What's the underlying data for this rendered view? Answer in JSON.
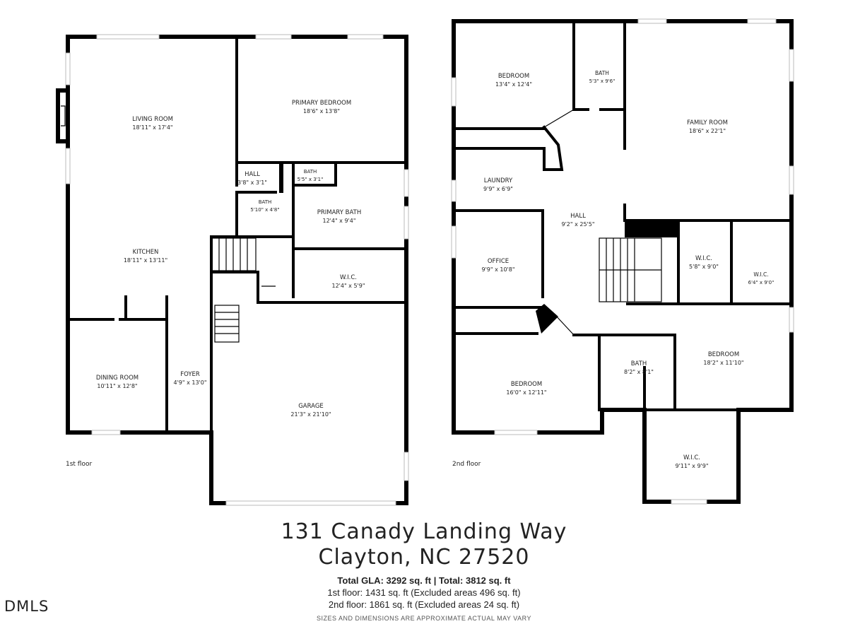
{
  "floor1": {
    "label": "1st floor",
    "rooms": {
      "living": {
        "name": "LIVING ROOM",
        "dims": "18'11\" x 17'4\""
      },
      "primary_bed": {
        "name": "PRIMARY BEDROOM",
        "dims": "18'6\" x 13'8\""
      },
      "hall": {
        "name": "HALL",
        "dims": "3'8\" x 3'1\""
      },
      "bath_small": {
        "name": "BATH",
        "dims": "5'5\" x 3'1\""
      },
      "bath2": {
        "name": "BATH",
        "dims": "5'10\" x 4'8\""
      },
      "primary_bath": {
        "name": "PRIMARY BATH",
        "dims": "12'4\" x 9'4\""
      },
      "kitchen": {
        "name": "KITCHEN",
        "dims": "18'11\" x 13'11\""
      },
      "wic": {
        "name": "W.I.C.",
        "dims": "12'4\" x 5'9\""
      },
      "dining": {
        "name": "DINING ROOM",
        "dims": "10'11\" x 12'8\""
      },
      "foyer": {
        "name": "FOYER",
        "dims": "4'9\" x 13'0\""
      },
      "garage": {
        "name": "GARAGE",
        "dims": "21'3\" x 21'10\""
      }
    }
  },
  "floor2": {
    "label": "2nd floor",
    "rooms": {
      "bedroom_nw": {
        "name": "BEDROOM",
        "dims": "13'4\" x 12'4\""
      },
      "bath_n": {
        "name": "BATH",
        "dims": "5'3\" x 9'6\""
      },
      "family": {
        "name": "FAMILY ROOM",
        "dims": "18'6\" x 22'1\""
      },
      "laundry": {
        "name": "LAUNDRY",
        "dims": "9'9\" x 6'9\""
      },
      "hall": {
        "name": "HALL",
        "dims": "9'2\" x 25'5\""
      },
      "office": {
        "name": "OFFICE",
        "dims": "9'9\" x 10'8\""
      },
      "wic_a": {
        "name": "W.I.C.",
        "dims": "5'8\" x 9'0\""
      },
      "wic_b": {
        "name": "W.I.C.",
        "dims": "6'4\" x 9'0\""
      },
      "bedroom_e": {
        "name": "BEDROOM",
        "dims": "18'2\" x 11'10\""
      },
      "bath_s": {
        "name": "BATH",
        "dims": "8'2\" x 8'1\""
      },
      "bedroom_sw": {
        "name": "BEDROOM",
        "dims": "16'0\" x 12'11\""
      },
      "wic_s": {
        "name": "W.I.C.",
        "dims": "9'11\" x 9'9\""
      }
    }
  },
  "address": {
    "line1": "131 Canady Landing Way",
    "line2": "Clayton, NC  27520"
  },
  "summary": {
    "gla": "Total GLA: 3292 sq. ft | Total: 3812 sq. ft",
    "floor1": "1st floor: 1431 sq. ft (Excluded areas 496 sq. ft)",
    "floor2": "2nd floor: 1861 sq. ft (Excluded areas 24 sq. ft)"
  },
  "disclaimer": "SIZES AND DIMENSIONS ARE APPROXIMATE ACTUAL MAY VARY",
  "logo": "DMLS"
}
